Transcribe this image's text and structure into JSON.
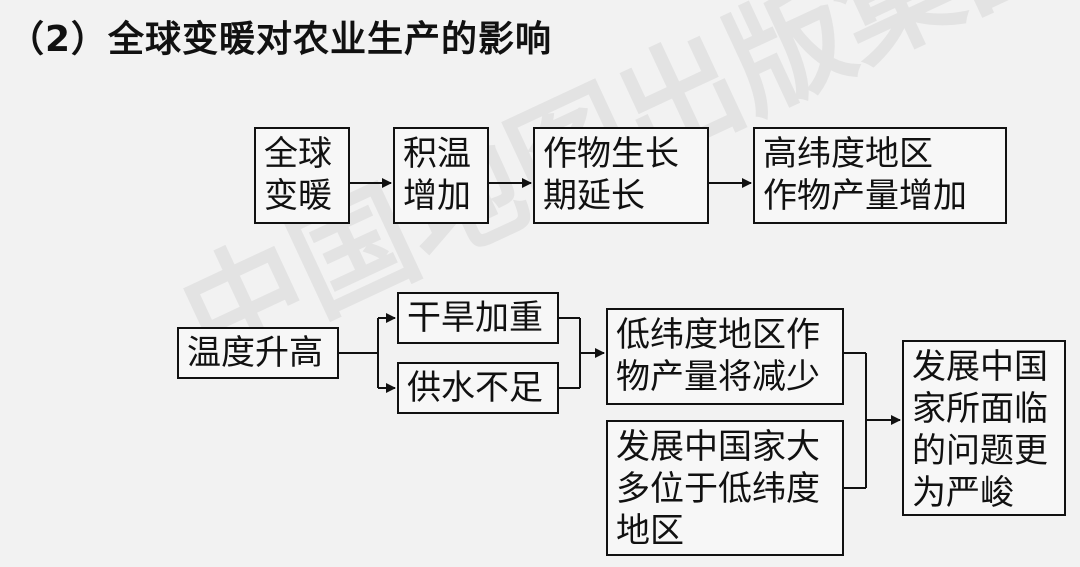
{
  "title": "（2）全球变暖对农业生产的影响",
  "watermark": "中国地图出版集团",
  "chain1": {
    "b1": "全球\n变暖",
    "b2": "积温\n增加",
    "b3": "作物生长\n期延长",
    "b4": "高纬度地区\n作物产量增加"
  },
  "chain2": {
    "temp": "温度升高",
    "drought": "干旱加重",
    "water": "供水不足",
    "lowlat": "低纬度地区作\n物产量将减少",
    "devcountries": "发展中国家大\n多位于低纬度\n地区",
    "result": "发展中国\n家所面临\n的问题更\n为严峻"
  },
  "colors": {
    "line": "#111111",
    "background": "#f2f2f2"
  }
}
